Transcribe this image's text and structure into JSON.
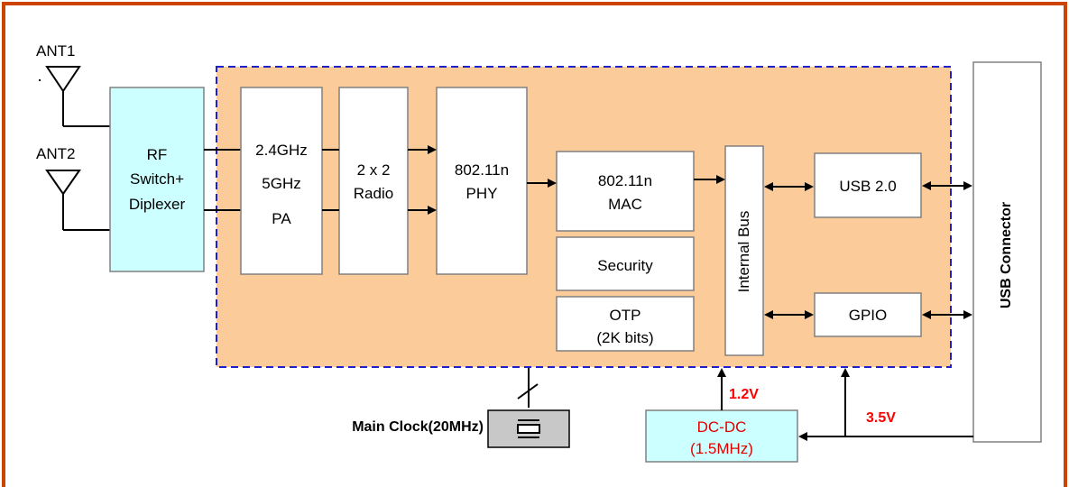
{
  "antennas": {
    "ant1": "ANT1",
    "ant2": "ANT2"
  },
  "blocks": {
    "rf_switch": [
      "RF",
      "Switch+",
      "Diplexer"
    ],
    "pa": [
      "2.4GHz",
      "5GHz",
      "PA"
    ],
    "radio": [
      "2 x 2",
      "Radio"
    ],
    "phy": [
      "802.11n",
      "PHY"
    ],
    "mac": [
      "802.11n",
      "MAC"
    ],
    "security": "Security",
    "otp": [
      "OTP",
      "(2K bits)"
    ],
    "internal_bus": "Internal Bus",
    "usb": "USB 2.0",
    "gpio": "GPIO",
    "usb_connector": "USB Connector",
    "dcdc": [
      "DC-DC",
      "(1.5MHz)"
    ]
  },
  "labels": {
    "main_clock": "Main Clock(20MHz)",
    "v12": "1.2V",
    "v35": "3.5V"
  },
  "colors": {
    "frame": "#cc4400",
    "chip_fill": "#fbcc9a",
    "chip_border": "#1f1fcc",
    "rf_fill": "#ccffff",
    "dcdc_fill": "#ccffff",
    "dcdc_text": "#e00000",
    "voltage_text": "#ff0000",
    "clock_fill": "#c8c8c8"
  }
}
